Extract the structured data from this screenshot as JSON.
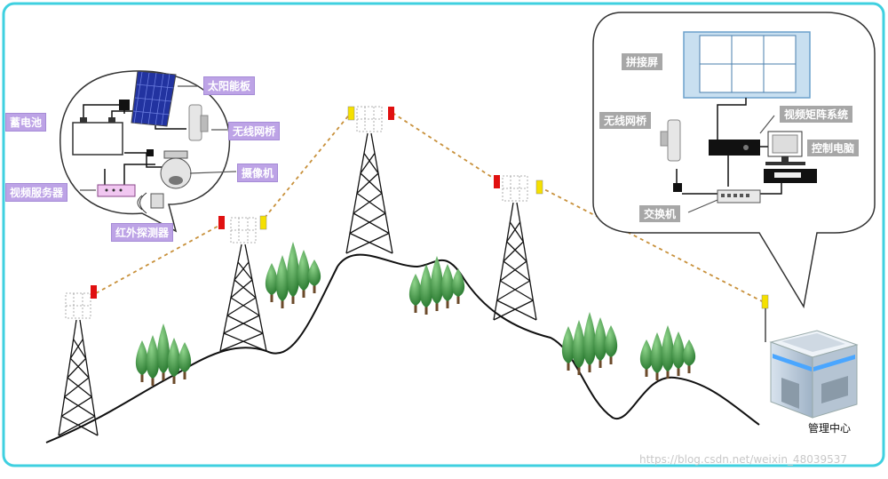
{
  "labels": {
    "solar_panel": "太阳能板",
    "battery": "蓄电池",
    "wireless_bridge_left": "无线网桥",
    "camera": "摄像机",
    "video_server": "视频服务器",
    "infrared_detector": "红外探测器",
    "splice_screen": "拼接屏",
    "matrix_system": "视频矩阵系统",
    "wireless_bridge_right": "无线网桥",
    "control_pc": "控制电脑",
    "switch": "交换机",
    "management_center": "管理中心"
  },
  "watermark": "https://blog.csdn.net/weixin_48039537",
  "colors": {
    "frame_border": "#3fd0e0",
    "label_purple": "#bda3e6",
    "label_gray": "#a7a7a7",
    "link_dashed": "#c8913c",
    "light_red": "#e01010",
    "light_yellow": "#f5e000",
    "tree_green": "#3c9a3c"
  }
}
